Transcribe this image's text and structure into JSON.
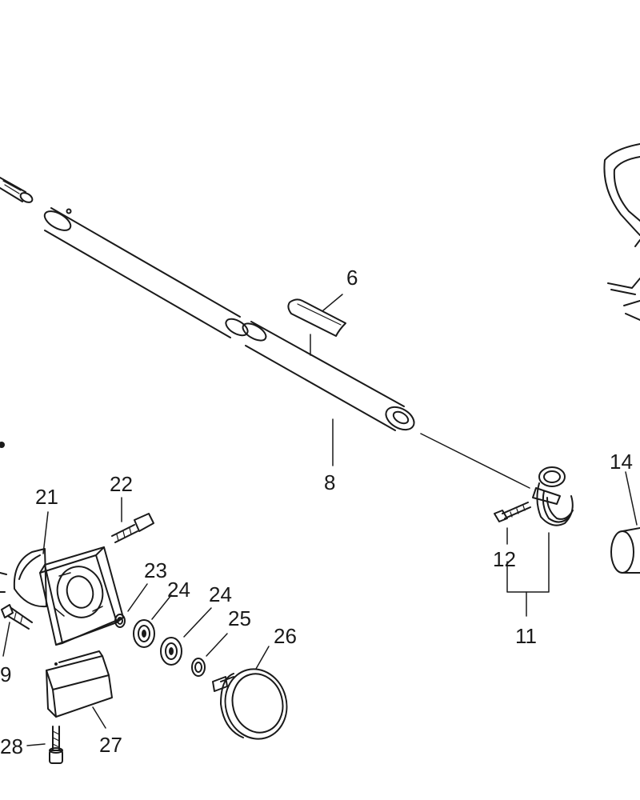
{
  "labels": {
    "l6": "6",
    "l8": "8",
    "l11": "11",
    "l12": "12",
    "l14": "14",
    "l21": "21",
    "l22": "22",
    "l23": "23",
    "l24a": "24",
    "l24b": "24",
    "l25": "25",
    "l26": "26",
    "l27": "27",
    "l28": "28",
    "l29": "9"
  },
  "colors": {
    "ink": "#1a1a1a",
    "paper": "#ffffff"
  }
}
